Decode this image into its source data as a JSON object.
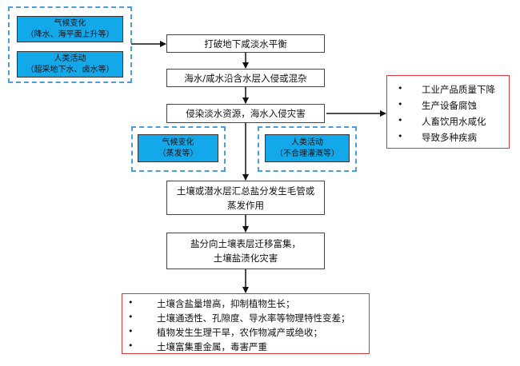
{
  "diagram": {
    "top_causes": [
      {
        "title": "气候变化",
        "detail": "（降水、海平面上升等）"
      },
      {
        "title": "人类活动",
        "detail": "（超采地下水、卤水等）"
      }
    ],
    "mid_causes": [
      {
        "title": "气候变化",
        "detail": "（蒸发等）"
      },
      {
        "title": "人类活动",
        "detail": "（不合理灌溉等）"
      }
    ],
    "steps": [
      {
        "lines": [
          "打破地下咸淡水平衡"
        ]
      },
      {
        "lines": [
          "海水/咸水沿含水层入侵或混杂"
        ]
      },
      {
        "lines": [
          "侵染淡水资源，海水入侵灾害"
        ]
      },
      {
        "lines": [
          "土壤或潜水层汇总盐分发生毛管或",
          "蒸发作用"
        ]
      },
      {
        "lines": [
          "盐分向土壤表层迁移富集，",
          "土壤盐渍化灾害"
        ]
      }
    ],
    "seawater_impacts": [
      "工业产品质量下降",
      "生产设备腐蚀",
      "人畜饮用水咸化",
      "导致多种疾病"
    ],
    "soil_impacts": [
      "土壤含盐量增高，抑制植物生长；",
      "土壤通透性、孔隙度、导水率等物理特性变差；",
      "植物发生生理干旱，农作物减产或绝收；",
      "土壤富集重金属，毒害严重"
    ],
    "bullet": "•",
    "colors": {
      "cause_fill": "#12a8ea",
      "dash_border": "#4a9fd8",
      "impact_border": "#d9393e"
    }
  }
}
